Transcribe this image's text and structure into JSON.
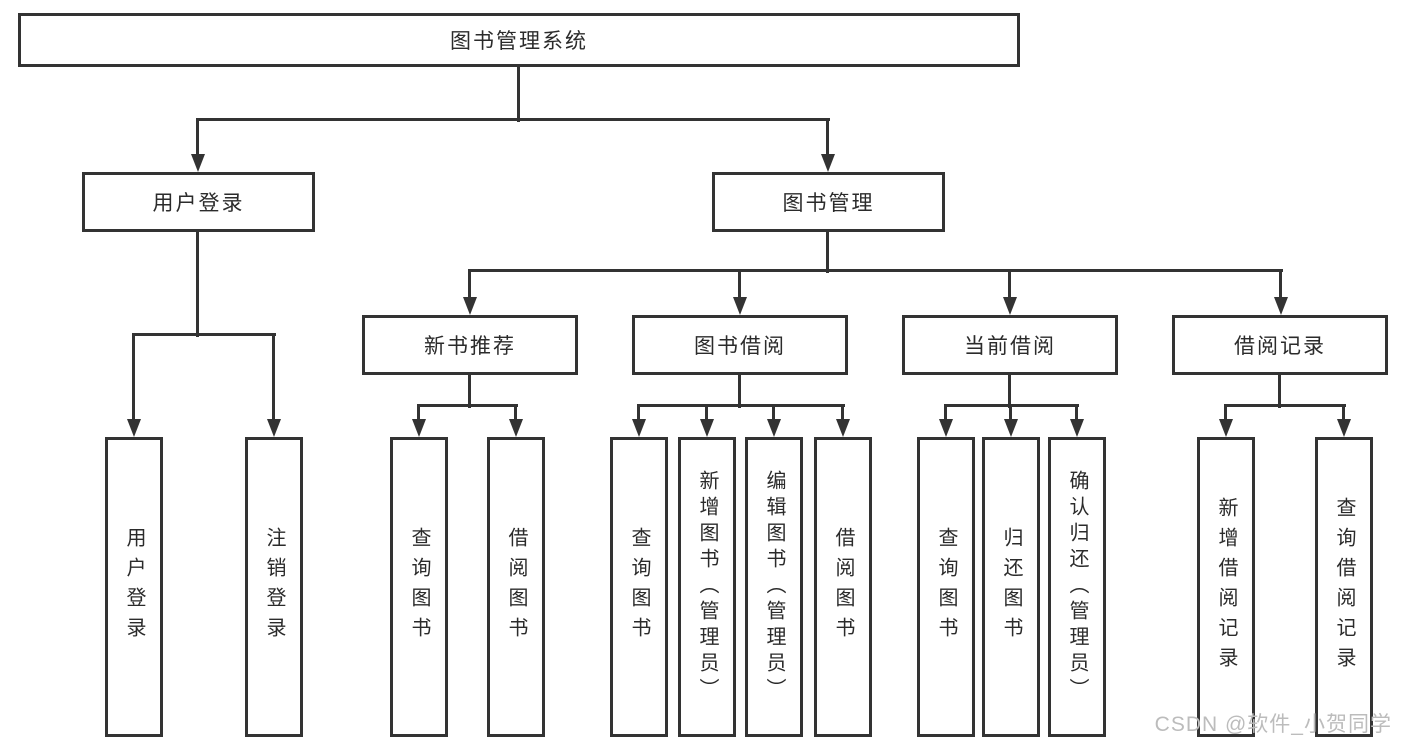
{
  "colors": {
    "line": "#333333",
    "text": "#2b2b2b",
    "background": "#ffffff",
    "watermark": "#bcbcbc"
  },
  "watermark": {
    "text": "CSDN @软件_小贺同学"
  },
  "tree": {
    "label": "图书管理系统",
    "children": [
      {
        "label": "用户登录",
        "children": [
          {
            "label": "用户登录"
          },
          {
            "label": "注销登录"
          }
        ]
      },
      {
        "label": "图书管理",
        "children": [
          {
            "label": "新书推荐",
            "children": [
              {
                "label": "查询图书"
              },
              {
                "label": "借阅图书"
              }
            ]
          },
          {
            "label": "图书借阅",
            "children": [
              {
                "label": "查询图书"
              },
              {
                "label": "新增图书（管理员）"
              },
              {
                "label": "编辑图书（管理员）"
              },
              {
                "label": "借阅图书"
              }
            ]
          },
          {
            "label": "当前借阅",
            "children": [
              {
                "label": "查询图书"
              },
              {
                "label": "归还图书"
              },
              {
                "label": "确认归还（管理员）"
              }
            ]
          },
          {
            "label": "借阅记录",
            "children": [
              {
                "label": "新增借阅记录"
              },
              {
                "label": "查询借阅记录"
              }
            ]
          }
        ]
      }
    ]
  }
}
